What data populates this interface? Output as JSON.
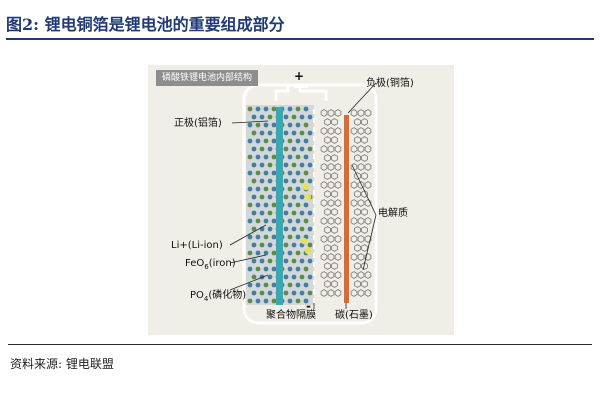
{
  "figure": {
    "title": "图2:  锂电铜箔是锂电池的重要组成部分",
    "source": "资料来源:  锂电联盟",
    "inner_caption": "磷酸铁锂电池内部结构"
  },
  "labels": {
    "plus": "+",
    "minus": "-",
    "negative_electrode": "负极(铜箔)",
    "positive_electrode": "正极(铝箔)",
    "electrolyte": "电解质",
    "li_ion": "Li+(Li-ion)",
    "feo6_pre": "FeO",
    "feo6_sub": "6",
    "feo6_post": "(iron)",
    "po4_pre": "PO",
    "po4_sub": "4",
    "po4_post": "(磷化物)",
    "separator": "聚合物隔膜",
    "graphite": "碳(石墨)"
  },
  "colors": {
    "title": "#1f3a73",
    "panel": "#f1ede7",
    "aluminum_foil": "#38a8b2",
    "copper_foil": "#d96a30",
    "cathode_dot": "#3f7fa3",
    "cathode_dot_alt": "#5a8c4a",
    "hexagon": "#777777"
  }
}
